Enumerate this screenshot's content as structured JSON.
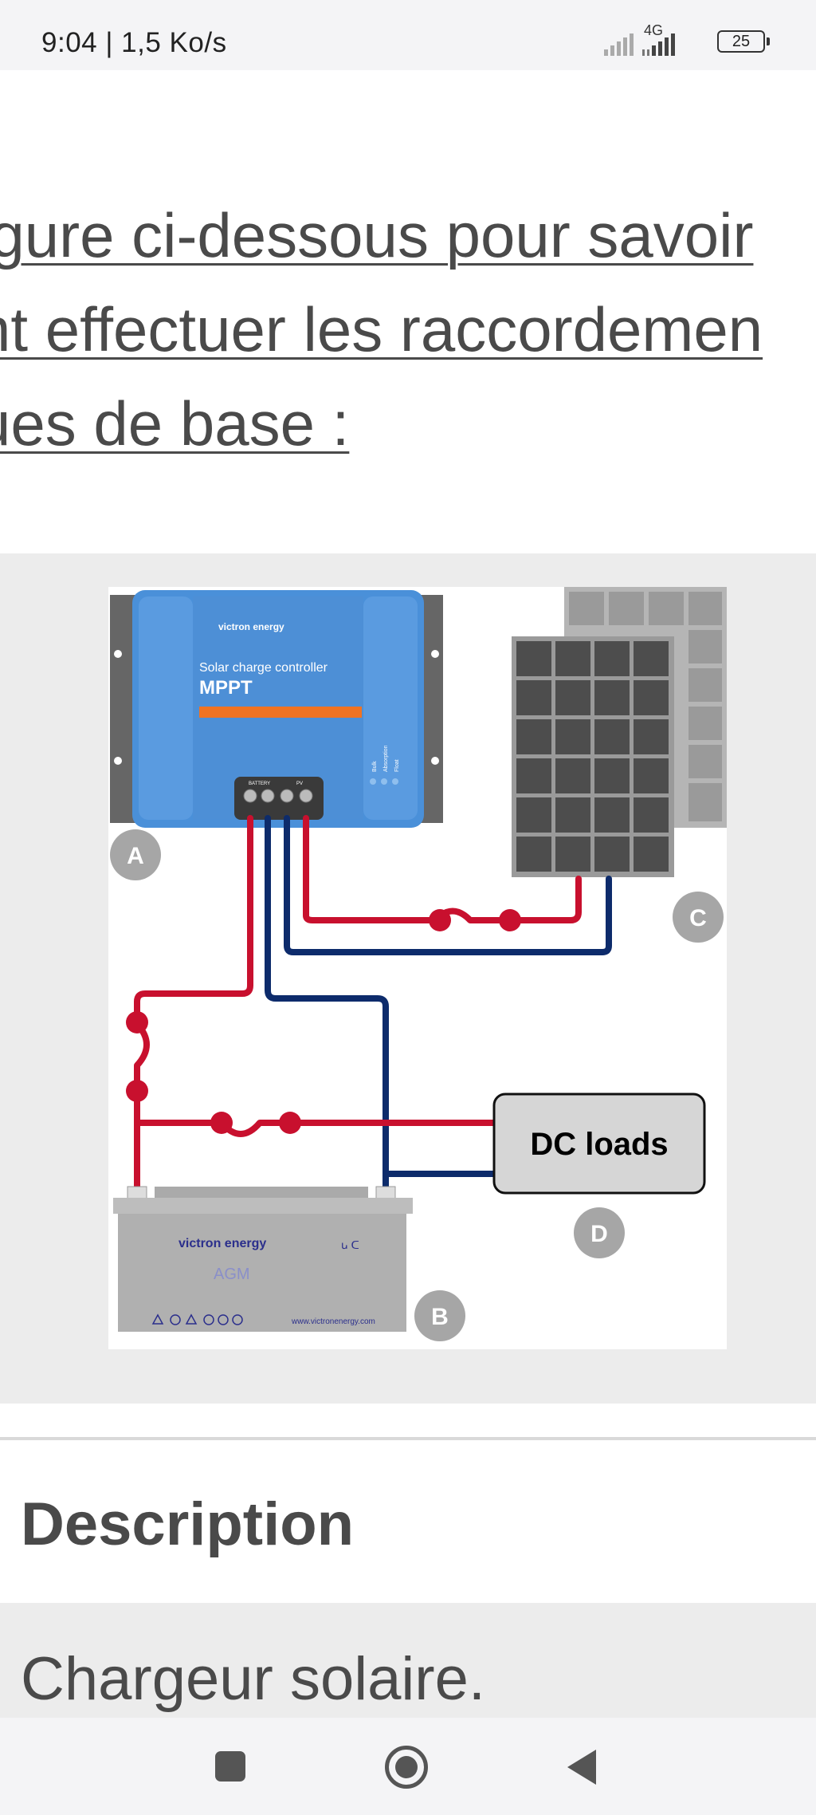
{
  "status_bar": {
    "time": "9:04 | 1,5 Ko/s",
    "network": "4G",
    "battery": "25",
    "icons": [
      "signal-icon",
      "signal-4g-icon",
      "battery-icon"
    ]
  },
  "article": {
    "intro_lines": [
      "igure ci-dessous pour savoir",
      "nt effectuer les raccordemen",
      "ues de base :"
    ]
  },
  "figure": {
    "controller_brand": "victron energy",
    "controller_subtitle": "Solar charge controller",
    "controller_model": "MPPT",
    "terminal_battery": "BATTERY",
    "terminal_pv": "PV",
    "led_labels": [
      "Bulk",
      "Absorption",
      "Float"
    ],
    "battery_brand": "victron energy",
    "battery_type": "AGM",
    "battery_website": "www.victronenergy.com",
    "load_label": "DC loads",
    "markers": [
      "A",
      "B",
      "C",
      "D"
    ],
    "colors": {
      "positive_wire": "#c8102e",
      "negative_wire": "#0d2b6b",
      "controller_blue": "#4a90d9",
      "panel_dark": "#4d4d4d",
      "marker_grey": "#a6a6a6"
    }
  },
  "description": {
    "heading": "Description",
    "first_row": "Chargeur solaire."
  },
  "nav_bar": {
    "buttons": [
      "recent-apps-icon",
      "home-icon",
      "back-icon"
    ]
  }
}
